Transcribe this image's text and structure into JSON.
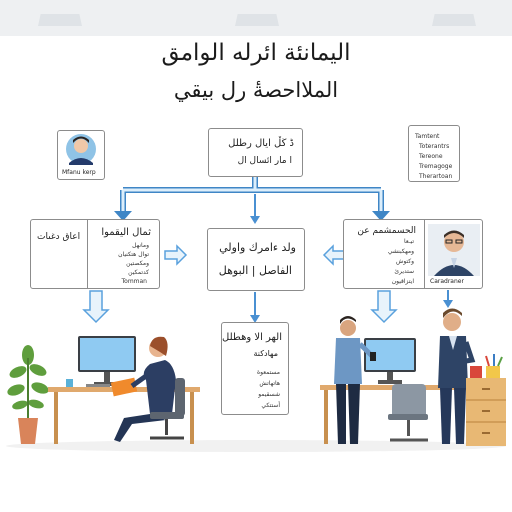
{
  "title": {
    "line1": "اليمانئة ائرله الوامق",
    "line2": "الملااحصةٔ رل بيقي"
  },
  "top_left_card": {
    "caption": "Mfanu kerp"
  },
  "top_center_box": {
    "line1": "ڈ ڬڵ ايال رطلل",
    "line2": "ا مار ائسال ال"
  },
  "top_right_list": {
    "items": [
      "Tamtent",
      "Toterantrs",
      "Tereone",
      "Tremagoge",
      "Therartoan"
    ]
  },
  "left_box": {
    "left_text": "اعاق دغىات",
    "heading": "ثمال اليقموا",
    "items": [
      "ومانهل",
      "توال هتكنيان",
      "ومكصتين",
      "كدتمكين",
      "Tomman"
    ]
  },
  "center_box": {
    "line1": "ولد ءامرك واولي",
    "line2": "الفاصل | البوهل"
  },
  "right_box": {
    "heading": "الحسمشمم عن",
    "items": [
      "تيـعا",
      "ومهكبنشي",
      "وكتوش",
      "ستديرئ",
      "ايتزاقيون"
    ],
    "caption": "Caradraner"
  },
  "bottom_box": {
    "line1": "الهر الا وهطلل",
    "line2": "مهادكنة",
    "items": [
      "مستمعوة",
      "هاتهاتش",
      "شسقيمو",
      "أستتكي"
    ]
  }
}
